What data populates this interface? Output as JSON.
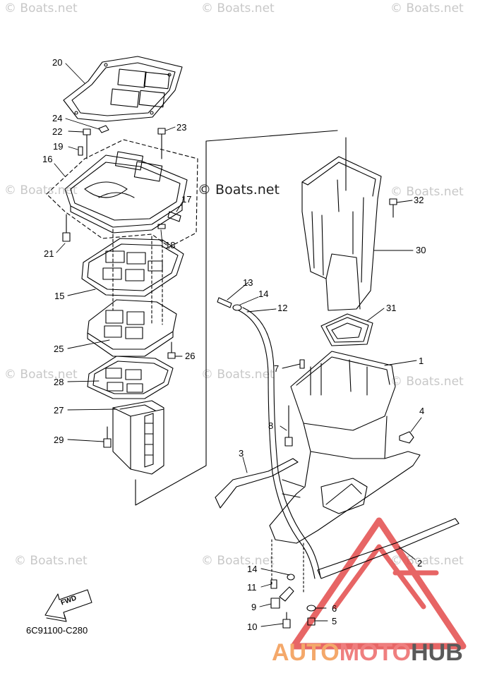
{
  "watermarks": {
    "text": "© Boats.net",
    "main_text": "© Boats.net"
  },
  "callouts": {
    "n1": "1",
    "n2": "2",
    "n3": "3",
    "n4": "4",
    "n5": "5",
    "n6": "6",
    "n7": "7",
    "n8": "8",
    "n9": "9",
    "n10": "10",
    "n11": "11",
    "n12": "12",
    "n13": "13",
    "n14a": "14",
    "n14b": "14",
    "n15": "15",
    "n16": "16",
    "n17": "17",
    "n18": "18",
    "n19": "19",
    "n20": "20",
    "n21": "21",
    "n22": "22",
    "n23": "23",
    "n24": "24",
    "n25": "25",
    "n26": "26",
    "n27": "27",
    "n28": "28",
    "n29": "29",
    "n30": "30",
    "n31": "31",
    "n32": "32"
  },
  "fwd_label": "FWD",
  "diagram_code": "6C91100-C280",
  "logo": {
    "part1": "AUTO",
    "part2": "MOTO",
    "part3": "HUB"
  },
  "colors": {
    "line": "#000000",
    "watermark": "#c8c8c8",
    "logo_orange": "#f4a86a",
    "logo_red": "#ef7f7f",
    "logo_gray": "#5a5a5a",
    "triangle": "#e34b4b"
  }
}
